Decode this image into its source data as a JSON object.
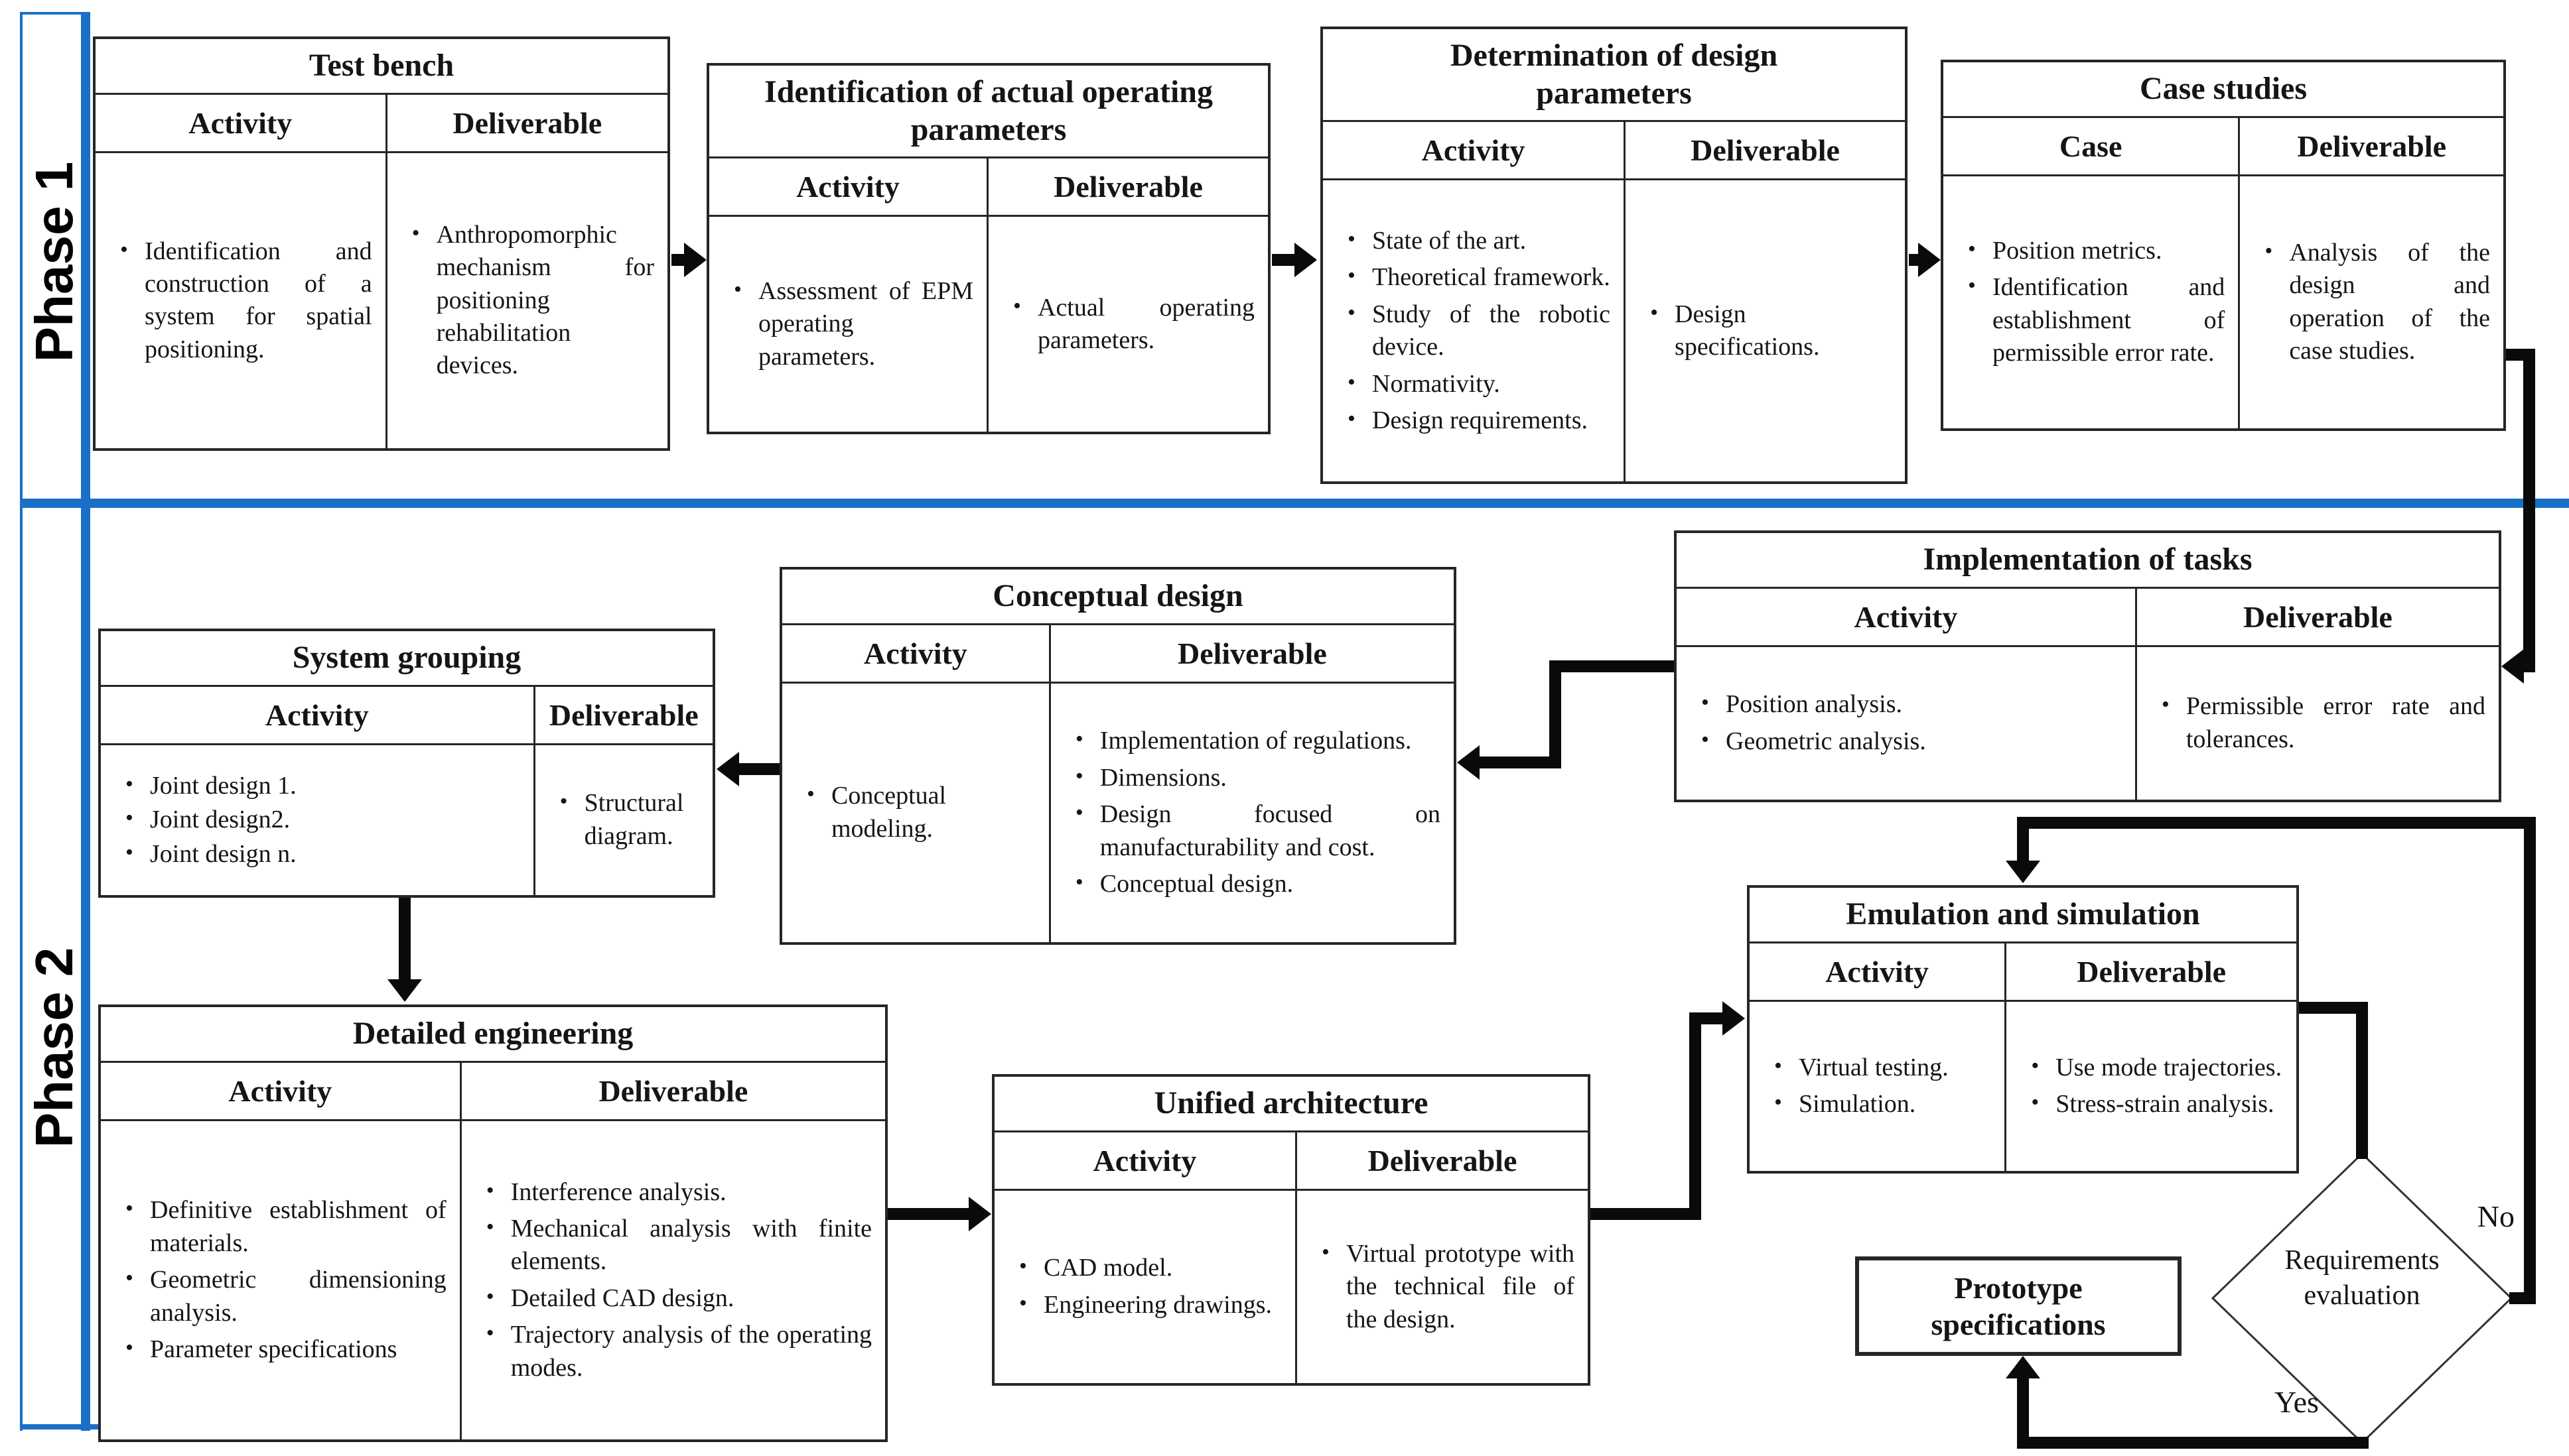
{
  "ui": {
    "bullet": "•"
  },
  "colors": {
    "accent_blue": "#1a6fc7",
    "connector_black": "#0a0a0a"
  },
  "phase_rail": {
    "phase1_label": "Phase 1",
    "phase2_label": "Phase 2"
  },
  "boxes": {
    "test_bench": {
      "title": "Test bench",
      "col1_header": "Activity",
      "col2_header": "Deliverable",
      "col1_items": [
        "Identification and construction of a system for spatial positioning."
      ],
      "col2_items": [
        "Anthropomorphic mechanism for positioning rehabilitation devices."
      ]
    },
    "identification": {
      "title": "Identification of actual operating parameters",
      "col1_header": "Activity",
      "col2_header": "Deliverable",
      "col1_items": [
        "Assessment of EPM operating parameters."
      ],
      "col2_items": [
        "Actual operating parameters."
      ]
    },
    "determination": {
      "title": "Determination of design parameters",
      "col1_header": "Activity",
      "col2_header": "Deliverable",
      "col1_items": [
        "State of the art.",
        "Theoretical framework.",
        "Study of the robotic device.",
        "Normativity.",
        "Design requirements."
      ],
      "col2_items": [
        "Design specifications."
      ]
    },
    "case_studies": {
      "title": "Case studies",
      "col1_header": "Case",
      "col2_header": "Deliverable",
      "col1_items": [
        "Position metrics.",
        "Identification and establishment of permissible error rate."
      ],
      "col2_items": [
        "Analysis of the design and operation of the case studies."
      ]
    },
    "implementation": {
      "title": "Implementation of tasks",
      "col1_header": "Activity",
      "col2_header": "Deliverable",
      "col1_items": [
        "Position analysis.",
        "Geometric analysis."
      ],
      "col2_items": [
        "Permissible error rate and tolerances."
      ]
    },
    "conceptual": {
      "title": "Conceptual design",
      "col1_header": "Activity",
      "col2_header": "Deliverable",
      "col1_items": [
        "Conceptual modeling."
      ],
      "col2_items": [
        "Implementation of regulations.",
        "Dimensions.",
        "Design focused on manufacturability and cost.",
        "Conceptual design."
      ]
    },
    "system_grouping": {
      "title": "System grouping",
      "col1_header": "Activity",
      "col2_header": "Deliverable",
      "col1_items": [
        "Joint design 1.",
        "Joint design2.",
        "Joint design n."
      ],
      "col2_items": [
        "Structural diagram."
      ]
    },
    "detailed_engineering": {
      "title": "Detailed engineering",
      "col1_header": "Activity",
      "col2_header": "Deliverable",
      "col1_items": [
        "Definitive establishment of materials.",
        "Geometric dimensioning analysis.",
        "Parameter specifications"
      ],
      "col2_items": [
        "Interference analysis.",
        "Mechanical analysis with finite elements.",
        "Detailed CAD design.",
        "Trajectory analysis of the operating modes."
      ]
    },
    "unified_architecture": {
      "title": "Unified architecture",
      "col1_header": "Activity",
      "col2_header": "Deliverable",
      "col1_items": [
        "CAD model.",
        "Engineering drawings."
      ],
      "col2_items": [
        "Virtual prototype with the technical file of the design."
      ]
    },
    "emulation": {
      "title": "Emulation and simulation",
      "col1_header": "Activity",
      "col2_header": "Deliverable",
      "col1_items": [
        "Virtual testing.",
        "Simulation."
      ],
      "col2_items": [
        "Use mode trajectories.",
        "Stress-strain analysis."
      ]
    }
  },
  "terminals": {
    "prototype_title": "Prototype specifications",
    "decision_label": "Requirements evaluation",
    "no_label": "No",
    "yes_label": "Yes"
  }
}
